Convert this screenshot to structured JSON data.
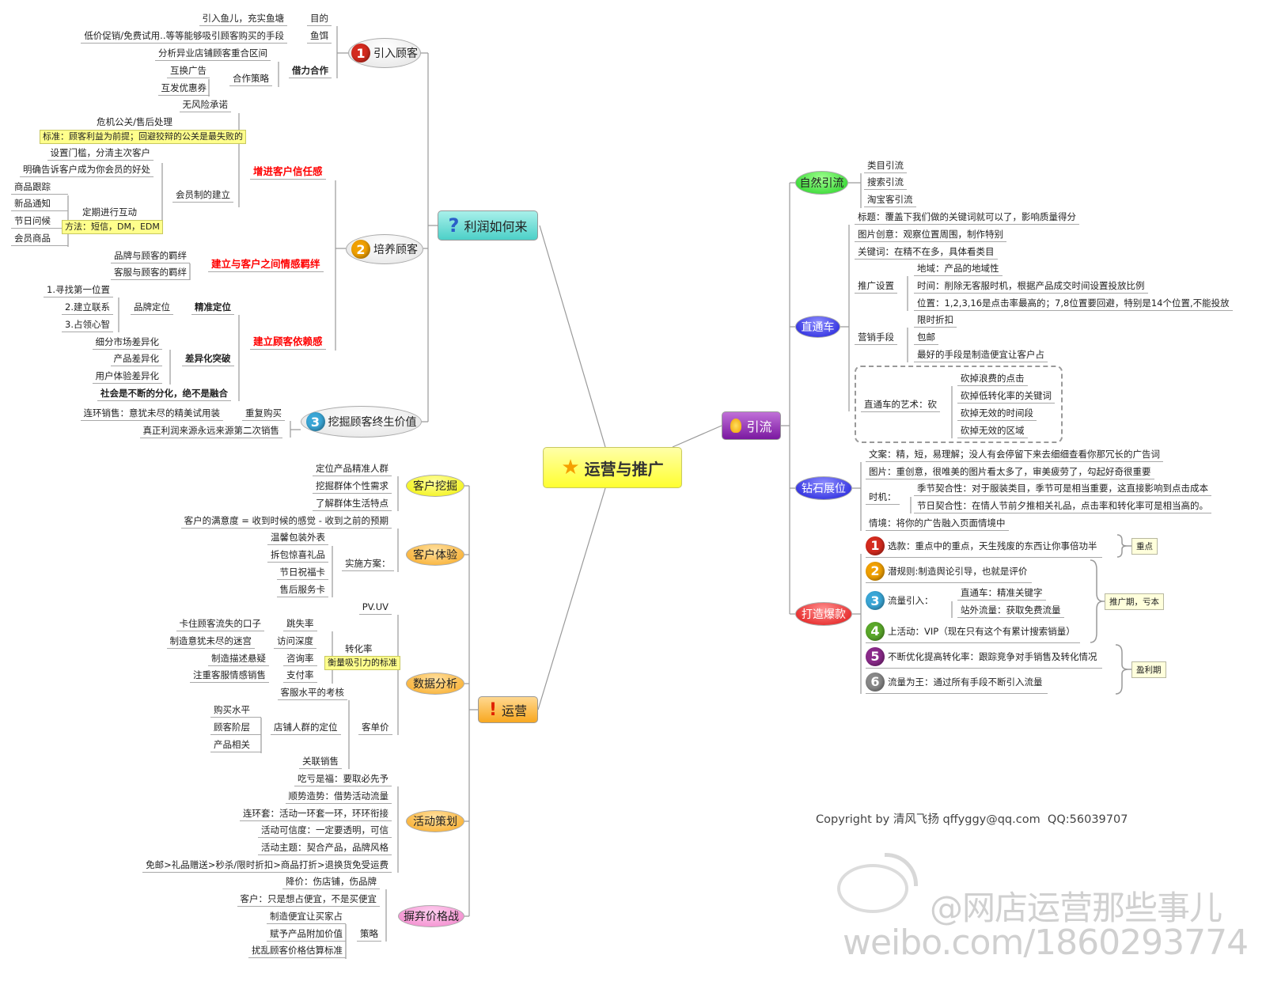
{
  "center": "运营与推广",
  "profit": {
    "title": "利润如何来",
    "attract": {
      "title": "引入顾客",
      "badge": "1",
      "purpose_label": "目的",
      "purpose": "引入鱼儿，充实鱼塘",
      "bait_label": "鱼饵",
      "bait": "低价促销/免费试用..等等能够吸引顾客购买的手段",
      "coop": "借力合作",
      "coop_analysis": "分析异业店铺顾客重合区间",
      "coop_strategy": "合作策略",
      "coop_items": [
        "互换广告",
        "互发优惠券"
      ]
    },
    "nurture": {
      "title": "培养顾客",
      "badge": "2",
      "trust": "增进客户信任感",
      "no_risk": "无风险承诺",
      "crisis": "危机公关/售后处理",
      "crisis_note": "标准：顾客利益为前提；回避狡辩的公关是最失败的",
      "member": "会员制的建立",
      "member_items": [
        "设置门槛，分清主次客户",
        "明确告诉客户成为你会员的好处"
      ],
      "interact": "定期进行互动",
      "interact_note": "方法：短信，DM，EDM",
      "interact_items": [
        "商品跟踪",
        "新品通知",
        "节日问候",
        "会员商品"
      ],
      "bond": "建立与客户之间情感羁绊",
      "bond_items": [
        "品牌与顾客的羁绊",
        "客服与顾客的羁绊"
      ],
      "depend": "建立顾客依赖感",
      "precise": "精准定位",
      "brand_pos": "品牌定位",
      "brand_items": [
        "1.寻找第一位置",
        "2.建立联系",
        "3.占领心智"
      ],
      "diff": "差异化突破",
      "diff_items": [
        "细分市场差异化",
        "产品差异化",
        "用户体验差异化"
      ],
      "society": "社会是不断的分化，绝不是融合"
    },
    "lifetime": {
      "title": "挖掘顾客终生价值",
      "badge": "3",
      "repeat": "重复购买",
      "repeat_item": "连环销售：意犹未尽的精美试用装",
      "second": "真正利润来源永远来源第二次销售"
    }
  },
  "traffic": {
    "title": "引流",
    "natural": {
      "title": "自然引流",
      "items": [
        "类目引流",
        "搜索引流",
        "淘宝客引流"
      ]
    },
    "ztc": {
      "title": "直通车",
      "items": [
        "标题：覆盖下我们做的关键词就可以了，影响质量得分",
        "图片创意：观察位置周围，制作特别",
        "关键词：在精不在多，具体看类目"
      ],
      "promo": "推广设置",
      "promo_items": [
        "地域：产品的地域性",
        "时间：削除无客服时机，根据产品成交时间设置投放比例",
        "位置：1,2,3,16是点击率最高的；7,8位置要回避，特别是14个位置,不能投放"
      ],
      "marketing": "营销手段",
      "marketing_items": [
        "限时折扣",
        "包邮",
        "最好的手段是制造便宜让客户占"
      ],
      "art": "直通车的艺术：砍",
      "art_items": [
        "砍掉浪费的点击",
        "砍掉低转化率的关键词",
        "砍掉无效的时间段",
        "砍掉无效的区域"
      ]
    },
    "diamond": {
      "title": "钻石展位",
      "copy": "文案：精，短，易理解；没人有会停留下来去细细查看你那冗长的广告词",
      "image": "图片：重创意，很唯美的图片看太多了，审美疲劳了，勾起好奇很重要",
      "timing": "时机：",
      "timing_items": [
        "季节契合性：对于服装类目，季节可是相当重要，这直接影响到点击成本",
        "节日契合性：在情人节前夕推相关礼品，点击率和转化率可是相当高的。"
      ],
      "context": "情境：将你的广告融入页面情境中"
    },
    "hot": {
      "title": "打造爆款",
      "items": [
        {
          "badge": "1",
          "text": "选款：重点中的重点，天生残废的东西让你事倍功半",
          "color": "#d42a1e"
        },
        {
          "badge": "2",
          "text": "潜规则:制造舆论引导，也就是评价",
          "color": "#f0a000"
        },
        {
          "badge": "3",
          "text": "流量引入：",
          "color": "#3aa6d6"
        },
        {
          "badge": "4",
          "text": "上活动：VIP（现在只有这个有累计搜索销量）",
          "color": "#5aa82a"
        },
        {
          "badge": "5",
          "text": "不断优化提高转化率：跟踪竞争对手销售及转化情况",
          "color": "#8a2a8a"
        },
        {
          "badge": "6",
          "text": "流量为王：通过所有手段不断引入流量",
          "color": "#888888"
        }
      ],
      "flow_items": [
        "直通车：精准关键字",
        "站外流量：获取免费流量"
      ],
      "phases": [
        "重点",
        "推广期，亏本",
        "盈利期"
      ]
    }
  },
  "ops": {
    "title": "运营",
    "mining": {
      "title": "客户挖掘",
      "items": [
        "定位产品精准人群",
        "挖掘群体个性需求",
        "了解群体生活特点"
      ]
    },
    "experience": {
      "title": "客户体验",
      "satisfaction": "客户的满意度 = 收到时候的感觉 - 收到之前的预期",
      "plan": "实施方案：",
      "plan_items": [
        "温馨包装外表",
        "拆包惊喜礼品",
        "节日祝福卡",
        "售后服务卡"
      ]
    },
    "data": {
      "title": "数据分析",
      "pvuv": "PV.UV",
      "conversion": "转化率",
      "conversion_note": "衡量吸引力的标准",
      "metrics": [
        {
          "label": "跳失率",
          "detail": "卡住顾客流失的口子"
        },
        {
          "label": "访问深度",
          "detail": "制造意犹未尽的迷宫"
        },
        {
          "label": "咨询率",
          "detail": "制造描述悬疑"
        },
        {
          "label": "支付率",
          "detail": "注重客服情感销售"
        }
      ],
      "service": "客服水平的考核",
      "avg_price": "客单价",
      "positioning": "店铺人群的定位",
      "positioning_items": [
        "购买水平",
        "顾客阶层",
        "产品相关"
      ],
      "related": "关联销售"
    },
    "events": {
      "title": "活动策划",
      "items": [
        "吃亏是福：要取必先予",
        "顺势造势：借势活动流量",
        "连环套：活动一环套一环，环环衔接",
        "活动可信度：一定要透明，可信",
        "活动主题：契合产品，品牌风格",
        "免邮>礼品赠送>秒杀/限时折扣>商品打折>退换货免受运费"
      ]
    },
    "pricewar": {
      "title": "摒弃价格战",
      "items": [
        "降价：伤店铺，伤品牌",
        "客户：只是想占便宜，不是买便宜"
      ],
      "strategy": "策略",
      "strategy_items": [
        "制造便宜让买家占",
        "赋予产品附加价值",
        "扰乱顾客价格估算标准"
      ]
    }
  },
  "copyright": "Copyright by 清风飞扬 qffyggy@qq.com  QQ:56039707",
  "watermark": {
    "handle": "@网店运营那些事儿",
    "url": "weibo.com/1860293774"
  },
  "colors": {
    "center": "#ffff40",
    "profit": "#5fd8d0",
    "traffic": "#8a2aa8",
    "ops": "#f8b030",
    "red": "#ff0000"
  }
}
